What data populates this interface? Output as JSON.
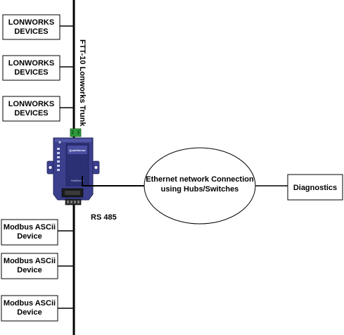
{
  "lon_devices": [
    {
      "line1": "LONWORKS",
      "line2": "DEVICES"
    },
    {
      "line1": "LONWORKS",
      "line2": "DEVICES"
    },
    {
      "line1": "LONWORKS",
      "line2": "DEVICES"
    }
  ],
  "modbus_devices": [
    {
      "line1": "Modbus ASCii",
      "line2": "Device"
    },
    {
      "line1": "Modbus ASCii",
      "line2": "Device"
    },
    {
      "line1": "Modbus ASCii",
      "line2": "Device"
    }
  ],
  "trunk_label": "FTT-10 Lonworks Trunk",
  "rs485_label": "RS 485",
  "ethernet": {
    "line1": "Ethernet network Connection",
    "line2": "using Hubs/Switches"
  },
  "diagnostics_label": "Diagnostics",
  "gateway": {
    "brand": "QuickServer",
    "vendor": "FieldServer"
  },
  "colors": {
    "gateway_body": "#3b3f8c",
    "gateway_dark": "#23265e",
    "connector": "#2e9a3c"
  }
}
